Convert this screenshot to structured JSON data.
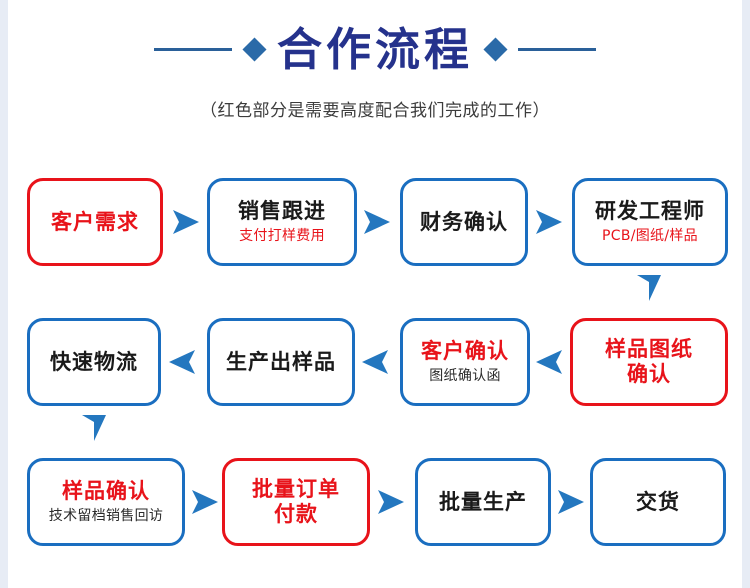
{
  "header": {
    "title": "合作流程",
    "subtitle": "（红色部分是需要高度配合我们完成的工作）",
    "deco_left_icon": "line-diamond-decoration",
    "deco_right_icon": "diamond-line-decoration"
  },
  "colors": {
    "blue_border": "#1a6ec0",
    "red_border": "#e8131a",
    "red_text": "#e8131a",
    "black_text": "#1a1a1a",
    "title_navy": "#25328c",
    "arrow_blue": "#2477bf",
    "edge_strip": "#e7ecf5"
  },
  "flow": {
    "rows": [
      {
        "direction": "left-to-right",
        "nodes": [
          {
            "id": "customer-requirement",
            "label": "客户需求",
            "sublabel": "",
            "border": "red",
            "label_color": "red",
            "sublabel_color": ""
          },
          {
            "id": "sales-follow-up",
            "label": "销售跟进",
            "sublabel": "支付打样费用",
            "border": "blue",
            "label_color": "black",
            "sublabel_color": "red"
          },
          {
            "id": "finance-confirm",
            "label": "财务确认",
            "sublabel": "",
            "border": "blue",
            "label_color": "black",
            "sublabel_color": ""
          },
          {
            "id": "rnd-engineer",
            "label": "研发工程师",
            "sublabel": "PCB/图纸/样品",
            "border": "blue",
            "label_color": "black",
            "sublabel_color": "red"
          }
        ]
      },
      {
        "direction": "right-to-left",
        "nodes": [
          {
            "id": "fast-logistics",
            "label": "快速物流",
            "sublabel": "",
            "border": "blue",
            "label_color": "black",
            "sublabel_color": ""
          },
          {
            "id": "produce-sample",
            "label": "生产出样品",
            "sublabel": "",
            "border": "blue",
            "label_color": "black",
            "sublabel_color": ""
          },
          {
            "id": "customer-confirm",
            "label": "客户确认",
            "sublabel": "图纸确认函",
            "border": "blue",
            "label_color": "red",
            "sublabel_color": "black"
          },
          {
            "id": "sample-drawing-confirm",
            "label": "样品图纸\n确认",
            "sublabel": "",
            "border": "red",
            "label_color": "red",
            "sublabel_color": ""
          }
        ]
      },
      {
        "direction": "left-to-right",
        "nodes": [
          {
            "id": "sample-confirm",
            "label": "样品确认",
            "sublabel": "技术留档销售回访",
            "border": "blue",
            "label_color": "red",
            "sublabel_color": "black"
          },
          {
            "id": "bulk-order-payment",
            "label": "批量订单\n付款",
            "sublabel": "",
            "border": "red",
            "label_color": "red",
            "sublabel_color": ""
          },
          {
            "id": "bulk-production",
            "label": "批量生产",
            "sublabel": "",
            "border": "blue",
            "label_color": "black",
            "sublabel_color": ""
          },
          {
            "id": "delivery",
            "label": "交货",
            "sublabel": "",
            "border": "blue",
            "label_color": "black",
            "sublabel_color": ""
          }
        ]
      }
    ],
    "connectors": [
      {
        "id": "arrow-r1-1",
        "icon": "arrow-right-icon"
      },
      {
        "id": "arrow-r1-2",
        "icon": "arrow-right-icon"
      },
      {
        "id": "arrow-r1-3",
        "icon": "arrow-right-icon"
      },
      {
        "id": "arrow-down-right",
        "icon": "arrow-down-icon"
      },
      {
        "id": "arrow-r2-1",
        "icon": "arrow-left-icon"
      },
      {
        "id": "arrow-r2-2",
        "icon": "arrow-left-icon"
      },
      {
        "id": "arrow-r2-3",
        "icon": "arrow-left-icon"
      },
      {
        "id": "arrow-down-left",
        "icon": "arrow-down-icon"
      },
      {
        "id": "arrow-r3-1",
        "icon": "arrow-right-icon"
      },
      {
        "id": "arrow-r3-2",
        "icon": "arrow-right-icon"
      },
      {
        "id": "arrow-r3-3",
        "icon": "arrow-right-icon"
      }
    ]
  }
}
